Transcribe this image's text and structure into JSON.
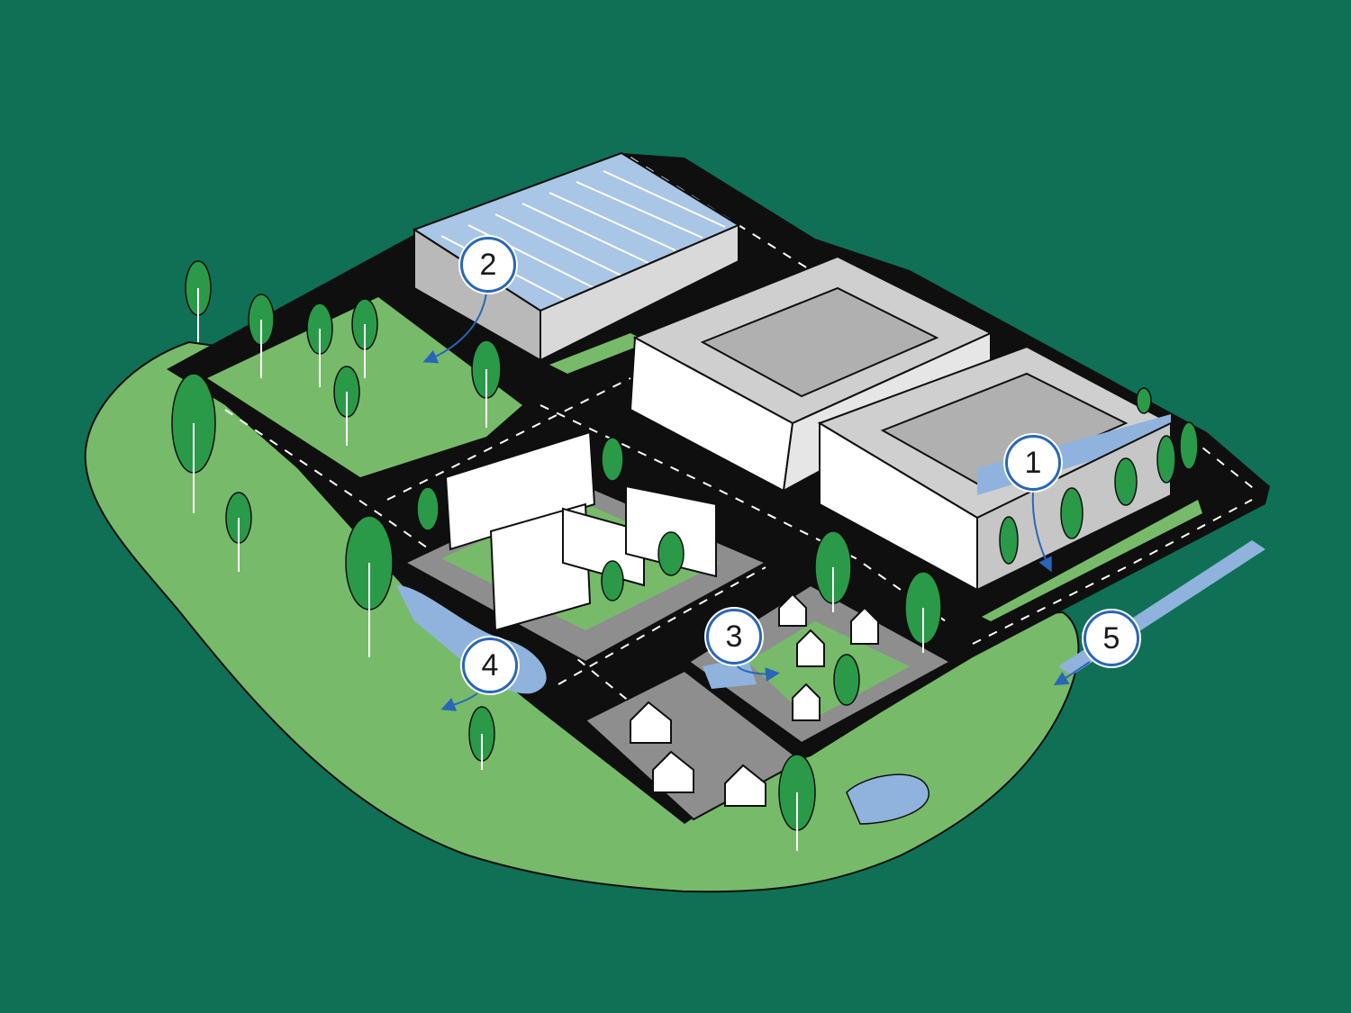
{
  "colors": {
    "background": "#0f7055",
    "grass": "#77bb6a",
    "grass_dark": "#5ea552",
    "road": "#0f0f0f",
    "road_marking": "#ffffff",
    "building_wall": "#ffffff",
    "building_shade": "#b9b9b9",
    "roof_solar": "#a9c6e6",
    "water": "#8fb3dd",
    "tree": "#2a9a48",
    "callout_ring": "#2a66b8"
  },
  "callouts": [
    {
      "id": "1",
      "label": "1"
    },
    {
      "id": "2",
      "label": "2"
    },
    {
      "id": "3",
      "label": "3"
    },
    {
      "id": "4",
      "label": "4"
    },
    {
      "id": "5",
      "label": "5"
    }
  ]
}
